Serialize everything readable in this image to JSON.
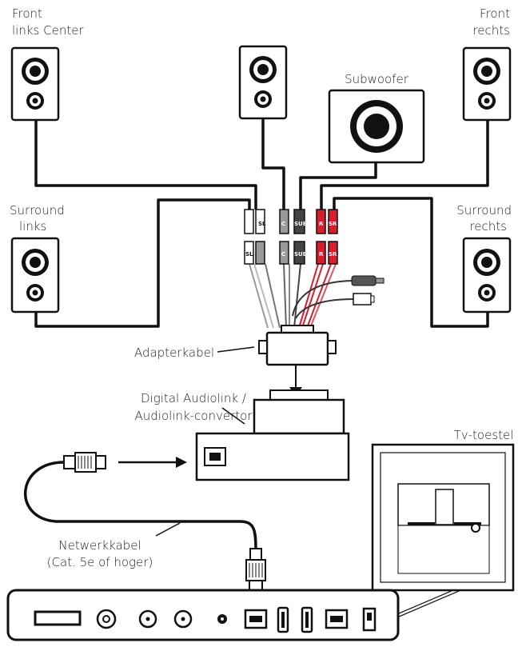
{
  "labels": {
    "front_links_line1": "Front",
    "front_links_line2": "links Center",
    "front_rechts_line1": "Front",
    "front_rechts_line2": "rechts",
    "subwoofer": "Subwoofer",
    "surround_links_line1": "Surround",
    "surround_links_line2": "links",
    "surround_rechts_line1": "Surround",
    "surround_rechts_line2": "rechts",
    "adapterkabel": "Adapterkabel",
    "converter_line1": "Digital Audiolink /",
    "converter_line2": "Audiolink-convertor",
    "tv": "Tv-toestel",
    "netwerk_line1": "Netwerkkabel",
    "netwerk_line2": "(Cat. 5e of hoger)"
  },
  "plugs": {
    "top": [
      "SL",
      "C",
      "SUB",
      "R",
      "SR"
    ],
    "bottom": [
      "SL",
      "C",
      "SUB",
      "R",
      "SR"
    ]
  },
  "colors": {
    "line": "#111111",
    "red_plug": "#d81e2c",
    "grey_plug": "#9a9a9a",
    "dark_plug": "#444444"
  }
}
